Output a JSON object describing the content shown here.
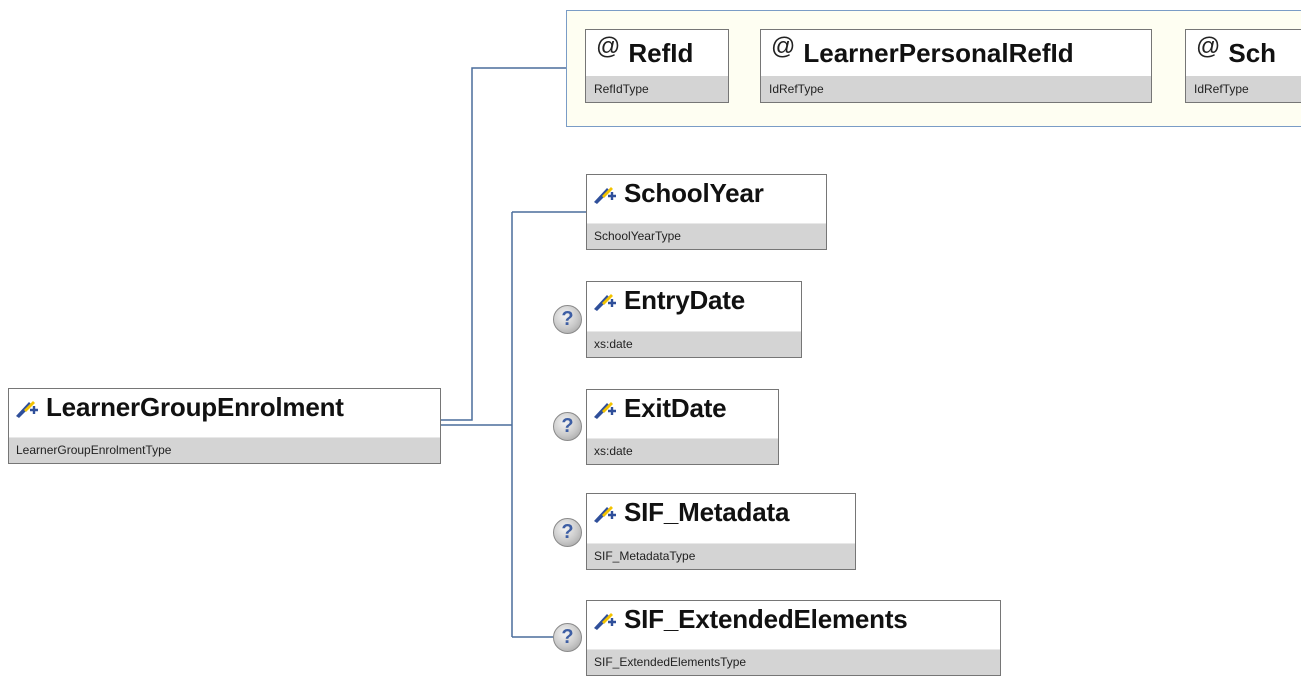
{
  "root": {
    "name": "LearnerGroupEnrolment",
    "type": "LearnerGroupEnrolmentType",
    "icon": "element-icon"
  },
  "attributes": [
    {
      "name": "RefId",
      "type": "RefIdType",
      "icon": "attribute-at-icon",
      "symbol": "@"
    },
    {
      "name": "LearnerPersonalRefId",
      "type": "IdRefType",
      "icon": "attribute-at-icon",
      "symbol": "@"
    },
    {
      "name": "Sch",
      "type": "IdRefType",
      "icon": "attribute-at-icon",
      "symbol": "@"
    }
  ],
  "children": [
    {
      "name": "SchoolYear",
      "type": "SchoolYearType",
      "optional": false
    },
    {
      "name": "EntryDate",
      "type": "xs:date",
      "optional": true
    },
    {
      "name": "ExitDate",
      "type": "xs:date",
      "optional": true
    },
    {
      "name": "SIF_Metadata",
      "type": "SIF_MetadataType",
      "optional": true
    },
    {
      "name": "SIF_ExtendedElements",
      "type": "SIF_ExtendedElementsType",
      "optional": true
    }
  ],
  "optional_marker": "?",
  "colors": {
    "connector": "#4a6d9c",
    "type_band": "#d4d4d4",
    "attr_group_bg": "#fefef2",
    "attr_group_border": "#7a9cc6",
    "optional_marker_text": "#3d5ea4"
  }
}
